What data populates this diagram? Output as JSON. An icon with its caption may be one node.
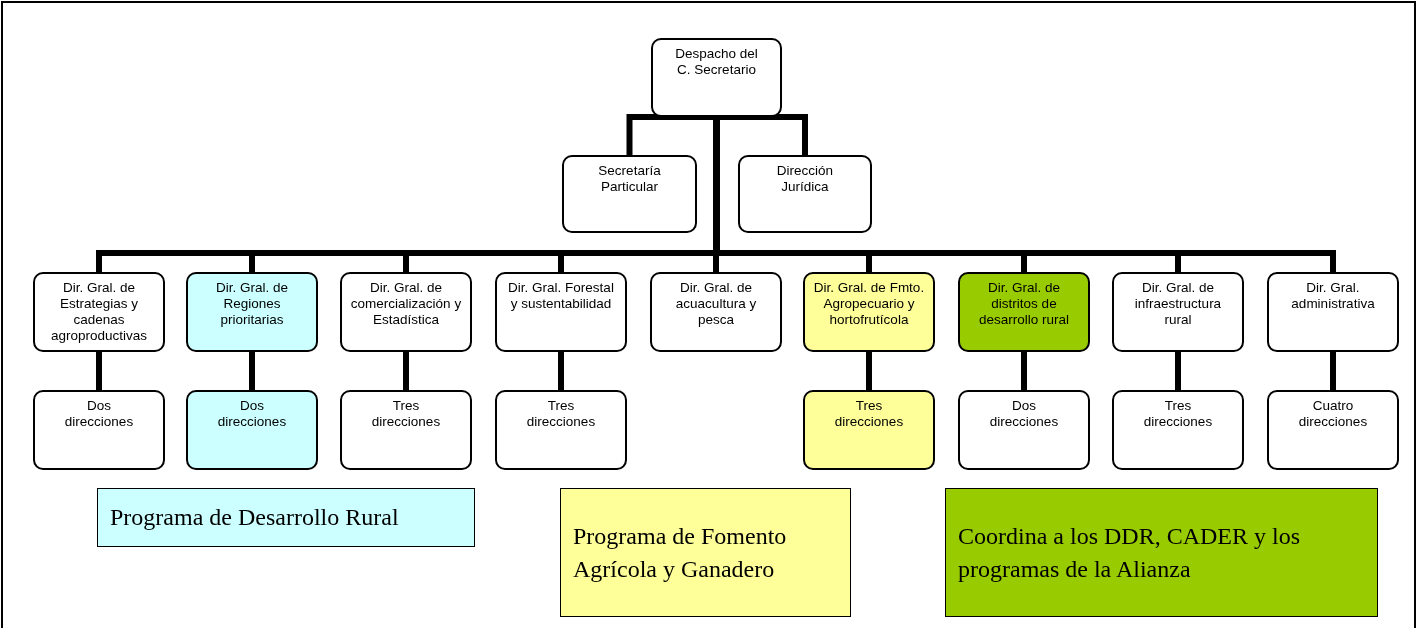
{
  "diagram": {
    "nodes": [
      {
        "text": [
          "Despacho del C. Secretario"
        ]
      },
      {
        "text": [
          "Secretaría Particular"
        ]
      },
      {
        "text": [
          "Dirección Jurídica"
        ]
      },
      {
        "text": [
          "Dir. Gral. de Estrategias y cadenas agroproductivas"
        ]
      },
      {
        "text": [
          "Dir. Gral. de Regiones prioritarias"
        ]
      },
      {
        "text": [
          "Dir. Gral. de comercialización y Estadística"
        ]
      },
      {
        "text": [
          "Dir. Gral. Forestal y sustentabilidad"
        ]
      },
      {
        "text": [
          "Dir. Gral. de acuacultura y pesca"
        ]
      },
      {
        "text": [
          "Dir. Gral. de Fmto. Agropecuario y hortofrutícola"
        ]
      },
      {
        "text": [
          "Dir. Gral. de distritos de desarrollo rural"
        ]
      },
      {
        "text": [
          "Dir. Gral. de infraestructura rural"
        ]
      },
      {
        "text": [
          "Dir. Gral. administrativa"
        ]
      },
      {
        "text": [
          "Dos direcciones"
        ]
      },
      {
        "text": [
          "Dos direcciones"
        ]
      },
      {
        "text": [
          "Tres direcciones"
        ]
      },
      {
        "text": [
          "Tres direcciones"
        ]
      },
      {
        "text": [
          "Tres direcciones"
        ]
      },
      {
        "text": [
          "Dos direcciones"
        ]
      },
      {
        "text": [
          "Tres direcciones"
        ]
      },
      {
        "text": [
          "Cuatro direcciones"
        ]
      },
      {
        "text": [
          "Programa de Desarrollo Rural"
        ]
      },
      {
        "text": [
          "Programa de Fomento Agrícola y Ganadero"
        ]
      },
      {
        "text": [
          "Coordina a los DDR, CADER y los programas de la Alianza"
        ]
      }
    ],
    "edges": [
      {
        "from": 0,
        "to": 1,
        "arrow": "none"
      },
      {
        "from": 0,
        "to": 2,
        "arrow": "none"
      },
      {
        "from": 0,
        "to": 3,
        "arrow": "none"
      },
      {
        "from": 0,
        "to": 4,
        "arrow": "none"
      },
      {
        "from": 0,
        "to": 5,
        "arrow": "none"
      },
      {
        "from": 0,
        "to": 6,
        "arrow": "none"
      },
      {
        "from": 0,
        "to": 7,
        "arrow": "none"
      },
      {
        "from": 0,
        "to": 8,
        "arrow": "none"
      },
      {
        "from": 0,
        "to": 9,
        "arrow": "none"
      },
      {
        "from": 0,
        "to": 10,
        "arrow": "none"
      },
      {
        "from": 0,
        "to": 11,
        "arrow": "none"
      },
      {
        "from": 3,
        "to": 12,
        "arrow": "none"
      },
      {
        "from": 4,
        "to": 13,
        "arrow": "none"
      },
      {
        "from": 5,
        "to": 14,
        "arrow": "none"
      },
      {
        "from": 6,
        "to": 15,
        "arrow": "none"
      },
      {
        "from": 8,
        "to": 16,
        "arrow": "none"
      },
      {
        "from": 9,
        "to": 17,
        "arrow": "none"
      },
      {
        "from": 10,
        "to": 18,
        "arrow": "none"
      },
      {
        "from": 11,
        "to": 19,
        "arrow": "none"
      }
    ]
  }
}
